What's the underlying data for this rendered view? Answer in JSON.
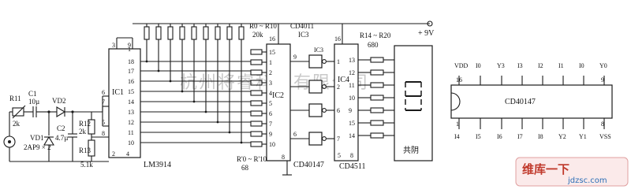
{
  "left": {
    "r11": "R11",
    "r11_val": "2k",
    "c1": "C1",
    "c1_val": "10µ",
    "vd2": "VD2",
    "vd1": "VD1",
    "vd1_val": "2AP9 × 2",
    "c2": "C2",
    "c2_val": "4.7µ",
    "r12": "R12",
    "r12_val": "2k",
    "r13": "R13",
    "r13_val": "5.1k"
  },
  "ic1": {
    "name": "IC1",
    "part": "LM3914",
    "pins_top": [
      "3",
      "9"
    ],
    "pins_left": [
      "6",
      "7",
      "5",
      "8",
      "2"
    ],
    "pins_right": [
      "1",
      "18",
      "17",
      "16",
      "15",
      "14",
      "13",
      "12",
      "11",
      "10"
    ],
    "pins_bottom": [
      "4"
    ]
  },
  "res_top": {
    "label": "R0 ~ R10",
    "value": "20k"
  },
  "ic3": {
    "part": "CD4011",
    "name": "IC3",
    "pin_top": "16"
  },
  "ic2": {
    "name": "IC2",
    "part": "CD40147",
    "pins_left": [
      "15",
      "1",
      "2",
      "3",
      "4",
      "5",
      "6",
      "7",
      "9",
      "10"
    ],
    "pins_right": [
      "9",
      "7",
      "6"
    ],
    "pin_bottom": "8",
    "res_label": "R'0 ~ R'10",
    "res_value": "68"
  },
  "ic4": {
    "name": "IC4",
    "part": "CD4511",
    "pin_top": "16",
    "pins_left": [
      "1",
      "2",
      "6",
      "7"
    ],
    "pins_right": [
      "13",
      "12",
      "11",
      "10",
      "9",
      "15",
      "14"
    ],
    "pins_bottom": [
      "5",
      "8"
    ],
    "res_label": "R14 ~ R20",
    "res_value": "680"
  },
  "display": {
    "label": "共阴"
  },
  "supply": {
    "label": "+ 9V"
  },
  "pinout": {
    "title": "CD40147",
    "top_labels": [
      "VDD",
      "I0",
      "Y3",
      "I3",
      "I2",
      "I1",
      "I0",
      "Y0"
    ],
    "bottom_labels": [
      "I4",
      "I5",
      "I6",
      "I7",
      "I8",
      "Y2",
      "Y1",
      "VSS"
    ],
    "pin_16": "16",
    "pin_9": "9",
    "pin_1": "1",
    "pin_8": "8"
  },
  "watermark": "杭州将睿科技有限公司",
  "corner_logo": {
    "line1": "维库一下",
    "line2": "jdzsc.com"
  }
}
